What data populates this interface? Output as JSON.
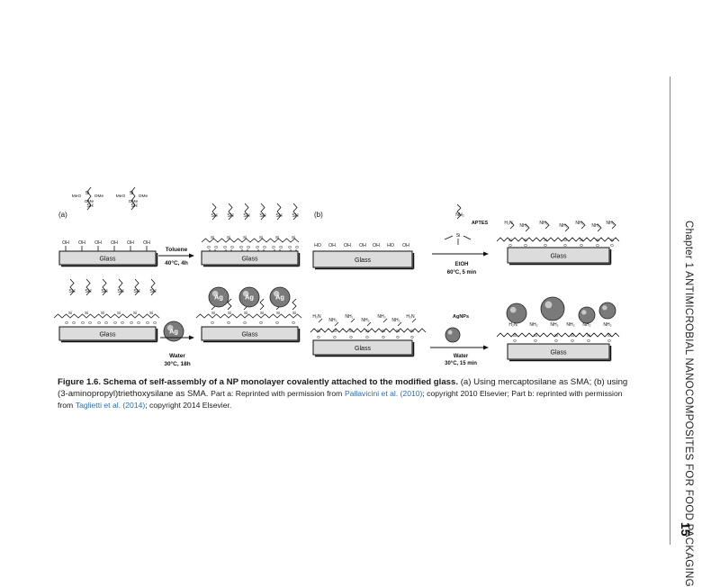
{
  "figure": {
    "panel_a": "(a)",
    "panel_b": "(b)",
    "glass": "Glass",
    "sh": "SH",
    "oh": "OH",
    "ho": "HO",
    "meo": "MeO",
    "ome": "OMe",
    "si": "Si",
    "o": "O",
    "nh2": "NH₂",
    "h2n": "H₂N",
    "ag": "Ag",
    "a_arrow_top": "Toluene",
    "a_arrow_bottom": "40°C, 4h",
    "a2_arrow_top": "Water",
    "a2_arrow_bottom": "30°C, 18h",
    "aptes": "APTES",
    "etoh": "EtOH",
    "b_arrow_bottom": "60°C, 5 min",
    "agnps": "AgNPs",
    "b2_arrow_top": "Water",
    "b2_arrow_bottom": "30°C, 15 min"
  },
  "caption": {
    "label": "Figure 1.6.",
    "title": "Schema of self-assembly of a NP monolayer covalently attached to the modified glass.",
    "desc": "(a) Using mercaptosilane as SMA; (b) using (3-aminopropyl)triethoxysilane as SMA.",
    "credit_a_pre": "Part a: Reprinted with permission from",
    "credit_a_link": "Pallavicini et al. (2010)",
    "credit_a_post": "; copyright 2010 Elsevier; Part b: reprinted with permission from",
    "credit_b_link": "Taglietti et al. (2014)",
    "credit_b_post": "; copyright 2014 Elsevier."
  },
  "running_head": "Chapter 1   ANTIMICROBIAL NANOCOMPOSITES FOR FOOD PACKAGING",
  "page_number": "15"
}
